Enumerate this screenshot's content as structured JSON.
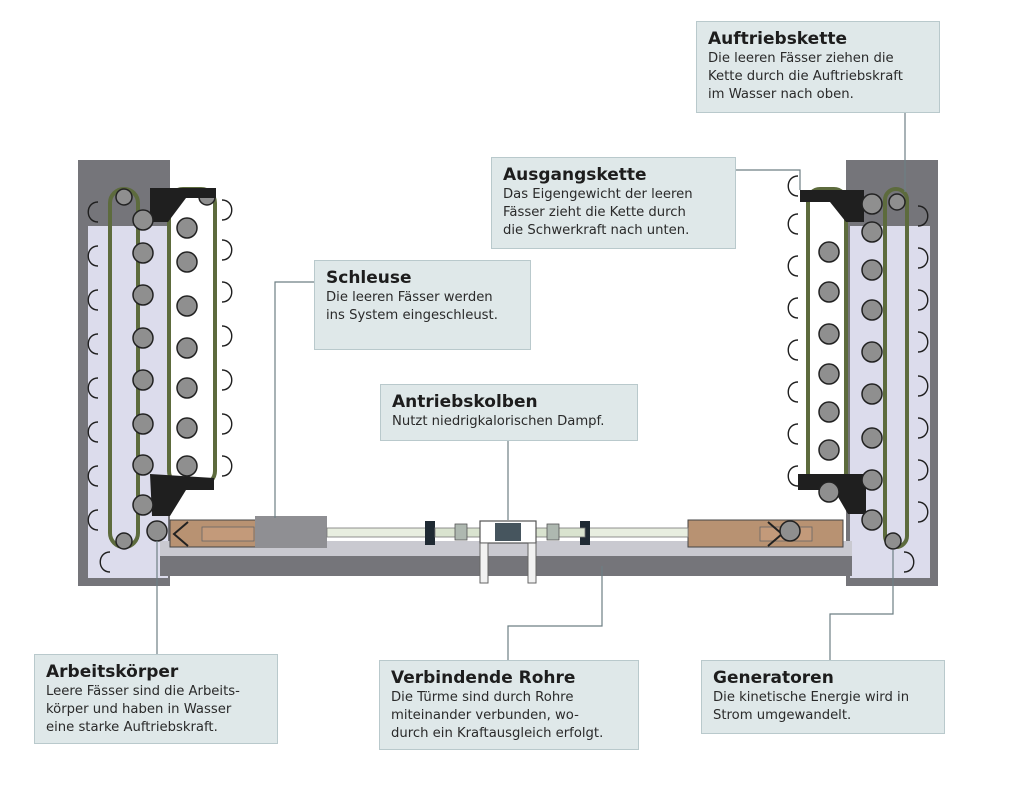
{
  "colors": {
    "tower": "#75757a",
    "water": "#dcdcec",
    "chain": "#5d6b3d",
    "barrel": "#8f8f8f",
    "callout_bg": "#dfe8e9",
    "callout_border": "#b9c9cc",
    "piston": "#a87b5c"
  },
  "callouts": {
    "auftriebskette": {
      "title": "Auftriebskette",
      "lines": [
        "Die leeren Fässer ziehen die",
        "Kette durch die Auftriebskraft",
        "im Wasser nach oben."
      ]
    },
    "ausgangskette": {
      "title": "Ausgangskette",
      "lines": [
        "Das Eigengewicht der leeren",
        "Fässer zieht die Kette durch",
        "die Schwerkraft nach unten."
      ]
    },
    "schleuse": {
      "title": "Schleuse",
      "lines": [
        "Die leeren Fässer werden",
        "ins System eingeschleust."
      ]
    },
    "antriebskolben": {
      "title": "Antriebskolben",
      "lines": [
        "Nutzt niedrigkalorischen Dampf."
      ]
    },
    "arbeitskoerper": {
      "title": "Arbeitskörper",
      "lines": [
        "Leere Fässer sind die Arbeits-",
        "körper und haben in Wasser",
        "eine starke Auftriebskraft."
      ]
    },
    "verbindende_rohre": {
      "title": "Verbindende Rohre",
      "lines": [
        "Die Türme sind durch Rohre",
        "miteinander verbunden, wo-",
        "durch ein Kraftausgleich erfolgt."
      ]
    },
    "generatoren": {
      "title": "Generatoren",
      "lines": [
        "Die kinetische Energie wird in",
        "Strom umgewandelt."
      ]
    }
  }
}
